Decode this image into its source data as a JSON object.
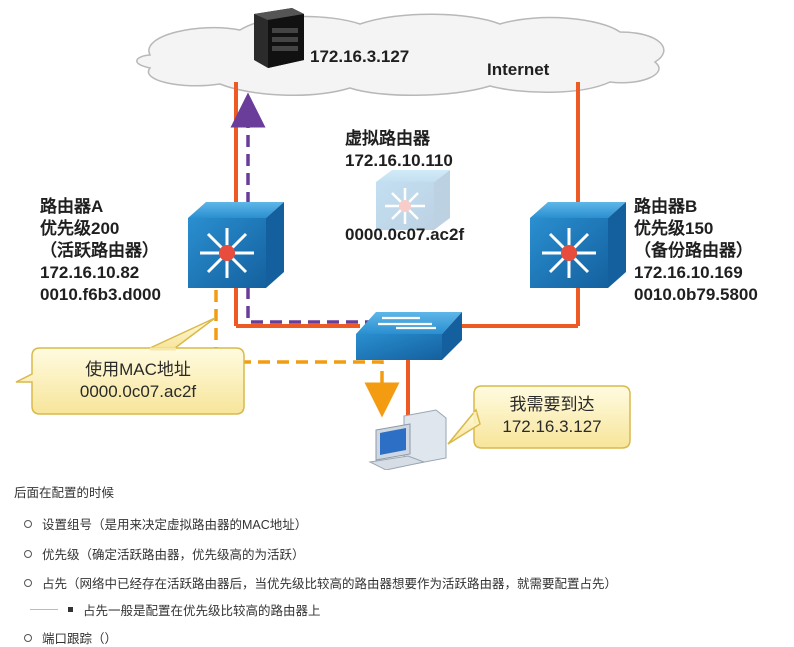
{
  "server_ip": "172.16.3.127",
  "internet_label": "Internet",
  "virtual_router": {
    "title": "虚拟路由器",
    "ip": "172.16.10.110",
    "mac": "0000.0c07.ac2f"
  },
  "router_a": {
    "name": "路由器A",
    "priority": "优先级200",
    "role": "（活跃路由器）",
    "ip": "172.16.10.82",
    "mac": "0010.f6b3.d000"
  },
  "router_b": {
    "name": "路由器B",
    "priority": "优先级150",
    "role": "（备份路由器）",
    "ip": "172.16.10.169",
    "mac": "0010.0b79.5800"
  },
  "callout_left": {
    "line1": "使用MAC地址",
    "line2": "0000.0c07.ac2f"
  },
  "callout_right": {
    "line1": "我需要到达",
    "line2": "172.16.3.127"
  },
  "notes": {
    "title": "后面在配置的时候",
    "items": [
      "设置组号（是用来决定虚拟路由器的MAC地址）",
      "优先级（确定活跃路由器，优先级高的为活跃）",
      "占先（网络中已经存在活跃路由器后，当优先级比较高的路由器想要作为活跃路由器，就需要配置占先）",
      "占先一般是配置在优先级比较高的路由器上",
      "端口跟踪（）"
    ]
  },
  "colors": {
    "link": "#ee5a24",
    "purple_path": "#6a3d9a",
    "orange_path": "#f39c12",
    "device_blue": "#1f7fc6",
    "callout_fill": "#fdf3b6"
  }
}
